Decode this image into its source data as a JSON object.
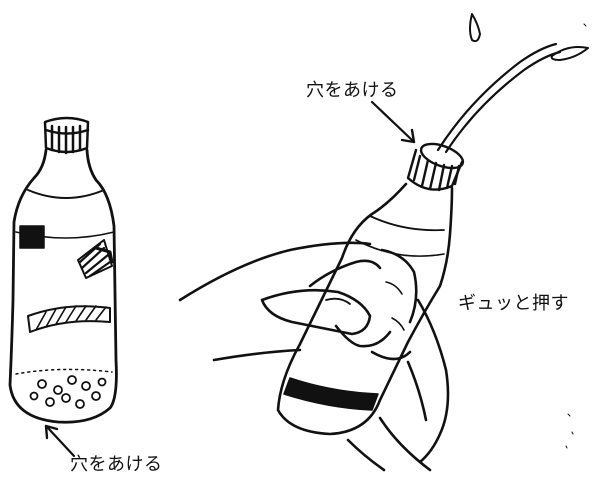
{
  "labels": {
    "cap_hole": "穴をあける",
    "bottom_holes": "穴をあける",
    "squeeze": "ギュッと押す"
  },
  "illustration": {
    "left_figure": "plastic-bottle-with-holes",
    "right_figure": "hand-squeezing-bottle",
    "line_color": "#111111",
    "background": "#ffffff"
  }
}
